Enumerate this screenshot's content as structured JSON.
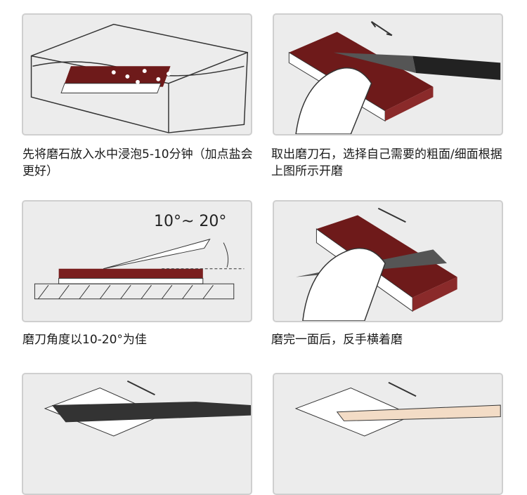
{
  "steps": [
    {
      "caption": "先将磨石放入水中浸泡5-10分钟（加点盐会更好）"
    },
    {
      "caption": "取出磨刀石，选择自己需要的粗面/细面根据上图所示开磨"
    },
    {
      "caption": "磨刀角度以10-20°为佳",
      "angle_label": "10°~ 20°"
    },
    {
      "caption": "磨完一面后，反手横着磨"
    }
  ],
  "colors": {
    "stone": "#7a1f1f",
    "panel_bg": "#ececec"
  }
}
